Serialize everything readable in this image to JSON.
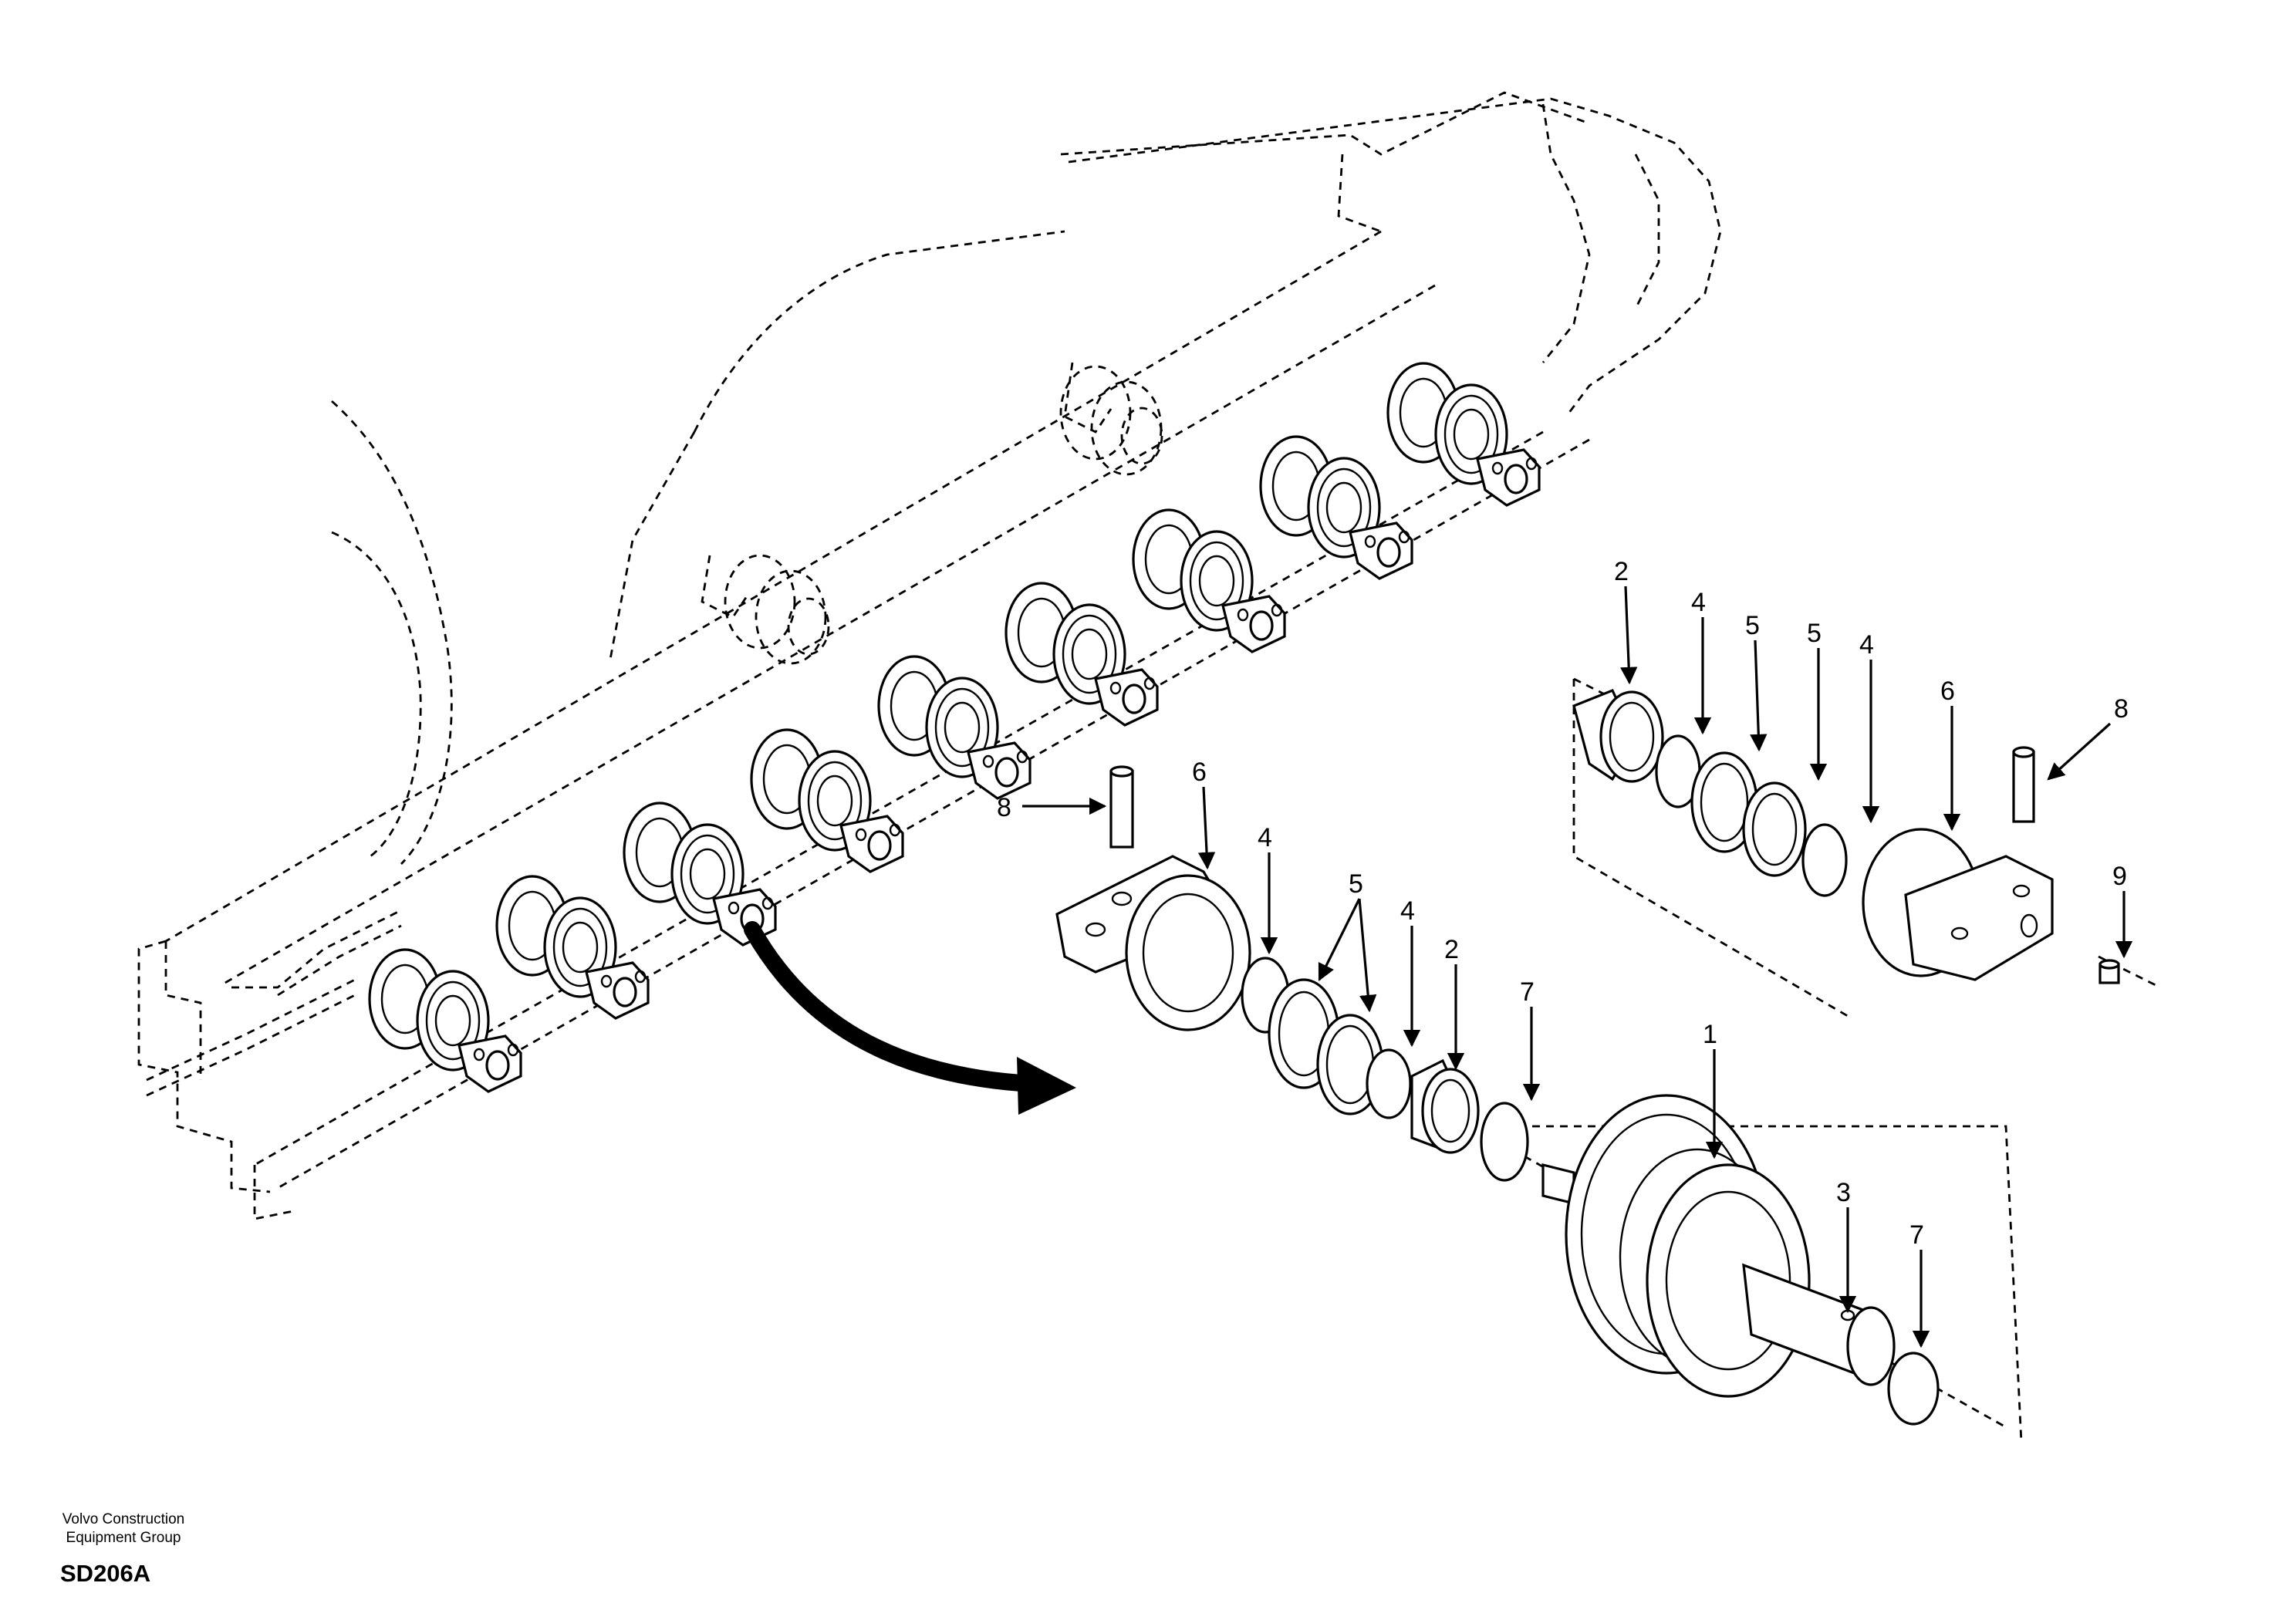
{
  "footer": {
    "company_line1": "Volvo Construction",
    "company_line2": "Equipment Group",
    "drawing_code": "SD206A"
  },
  "callouts": {
    "c1": "1",
    "c2a": "2",
    "c2b": "2",
    "c3": "3",
    "c4a": "4",
    "c4b": "4",
    "c4c": "4",
    "c4d": "4",
    "c5a": "5",
    "c5b": "5",
    "c5c": "5",
    "c6a": "6",
    "c6b": "6",
    "c7a": "7",
    "c7b": "7",
    "c8a": "8",
    "c8b": "8",
    "c9": "9"
  }
}
